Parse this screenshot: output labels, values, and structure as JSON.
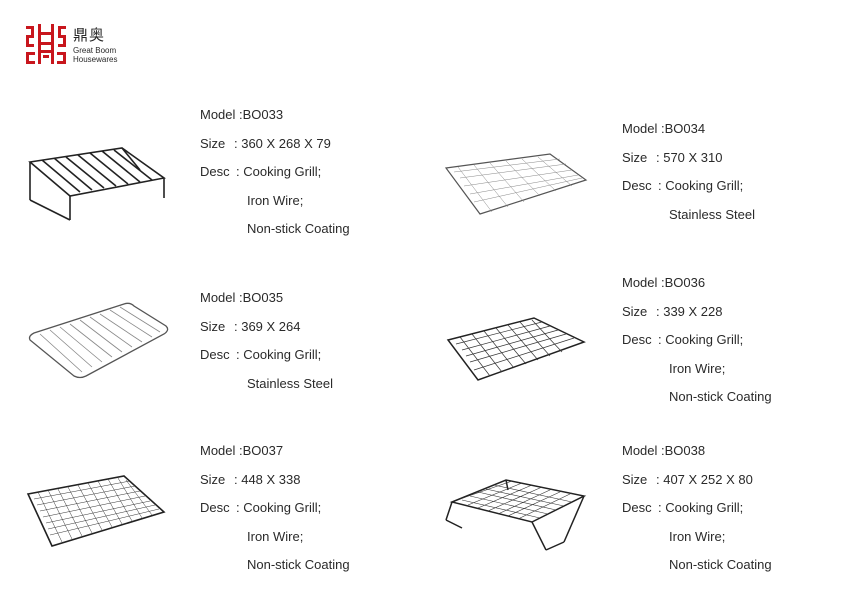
{
  "brand": {
    "name_cn": "鼎奥",
    "name_en_line1": "Great Boom",
    "name_en_line2": "Housewares",
    "color": "#c8161d"
  },
  "labels": {
    "model": "Model : ",
    "size": "Size",
    "desc": "Desc"
  },
  "products": [
    {
      "model": "BO033",
      "size": ":  360 X 268 X 79",
      "desc": [
        ": Cooking Grill;",
        "Iron Wire;",
        "Non-stick Coating"
      ],
      "icon": "raised-wire-rack-icon"
    },
    {
      "model": "BO034",
      "size": ":  570 X 310",
      "desc": [
        ": Cooking Grill;",
        "Stainless Steel"
      ],
      "icon": "stainless-grid-rack-icon"
    },
    {
      "model": "BO035",
      "size": ":  369 X 264",
      "desc": [
        ": Cooking Grill;",
        "Stainless Steel"
      ],
      "icon": "rounded-wire-rack-icon"
    },
    {
      "model": "BO036",
      "size": ":  339 X 228",
      "desc": [
        ": Cooking Grill;",
        "Iron Wire;",
        "Non-stick Coating"
      ],
      "icon": "black-grid-rack-icon"
    },
    {
      "model": "BO037",
      "size": ":  448 X 338",
      "desc": [
        ": Cooking Grill;",
        "Iron Wire;",
        "Non-stick Coating"
      ],
      "icon": "fine-mesh-rack-icon"
    },
    {
      "model": "BO038",
      "size": ":  407 X 252 X 80",
      "desc": [
        ": Cooking Grill;",
        "Iron Wire;",
        "Non-stick Coating"
      ],
      "icon": "folding-leg-rack-icon"
    }
  ]
}
